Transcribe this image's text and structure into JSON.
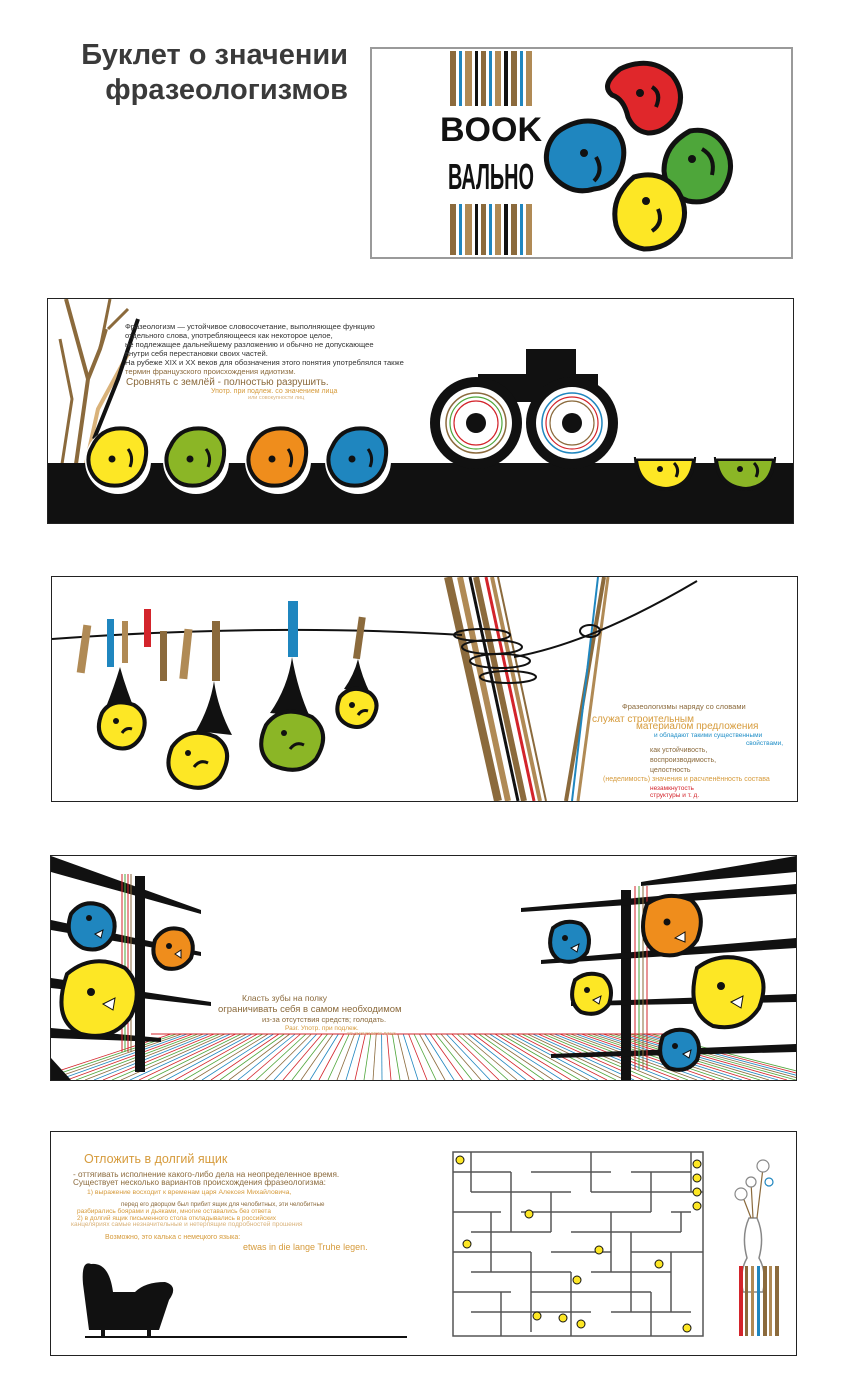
{
  "title": {
    "line1": "Буклет о значении",
    "line2": "фразеологизмов"
  },
  "cover": {
    "logo_top": "BOOK",
    "logo_bottom": "ВАЛЬНО",
    "faces": [
      "red-face-icon",
      "blue-face-icon",
      "green-face-icon",
      "yellow-face-icon"
    ]
  },
  "panel1": {
    "lines": [
      "Фразеологизм — устойчивое словосочетание, выполняющее функцию",
      "отдельного слова, употребляющееся как некоторое целое,",
      "не подлежащее дальнейшему разложению и обычно не допускающее",
      "внутри себя перестановки своих частей.",
      "На рубеже XIX и XX веков для обозначения этого понятия употреблялся также",
      "термин французского происхождения идиотизм."
    ],
    "example": "Сровнять с землёй - полностью разрушить.",
    "note": "Употр. при подлеж. со значением лица",
    "note2": "или совокупности лиц"
  },
  "panel2": {
    "l1": "Фразеологизмы  наряду  со словами",
    "l2": "служат строительным",
    "l3": "материалом предложения",
    "l4": "и обладают такими существенными",
    "l5": "свойствами,",
    "l6": "как устойчивость,",
    "l7": "воспроизводимость,",
    "l8": "целостность",
    "l9": "(неделимость) значения и расчленённость состава",
    "l10": "незамкнутость",
    "l11": "структуры и т. д."
  },
  "panel3": {
    "l1": "Класть зубы на полку",
    "l2": "ограничивать себя в самом необходимом",
    "l3": "из-за отсутствия средств; голодать.",
    "l4": "Разг. Употр. при подлеж.",
    "l5": "со значением лица"
  },
  "panel4": {
    "heading": "Отложить в долгий ящик",
    "l1": "- оттягивать исполнение какого-либо дела на неопределенное время.",
    "l2": "Существует несколько вариантов происхождения фразеологизма:",
    "l3": "1) выражение восходит к временам царя Алексея Михайловича,",
    "l4": "перед его дворцом был прибит ящик для челобитных, эти челобитные",
    "l5": "разбирались боярами и дьяками, многие оставались без ответа",
    "l6": "2) в долгий ящик письменного стола откладывались в российских",
    "l7": "канцеляриях самые незначительные и нетерпящие подробностей прошения",
    "l8": "Возможно, это калька с немецкого языка:",
    "l9": "etwas in die lange Truhe legen."
  },
  "colors": {
    "yellow": "#fde725",
    "green": "#8bb626",
    "orange": "#ef8d1c",
    "blue": "#1f86bf",
    "red": "#e0272b",
    "brown": "#8b6a3c",
    "tan": "#b08a55",
    "black": "#111111"
  }
}
